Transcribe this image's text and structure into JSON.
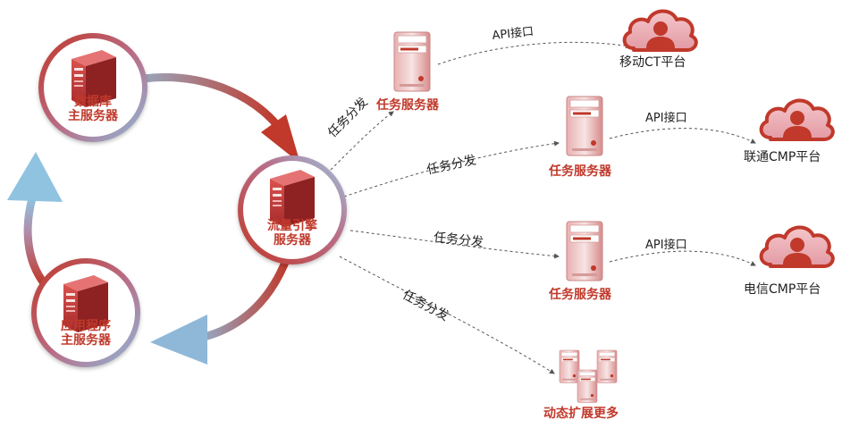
{
  "labels": {
    "db_server": [
      "数据库",
      "主服务器"
    ],
    "app_server": [
      "应用程序",
      "主服务器"
    ],
    "engine": [
      "流量引擎",
      "服务器"
    ],
    "task_server": "任务服务器",
    "dispatch": "任务分发",
    "api": "API接口",
    "expand": "动态扩展更多",
    "platform_ct": "移动CT平台",
    "platform_unicom": "联通CMP平台",
    "platform_telecom": "电信CMP平台"
  },
  "colors": {
    "accent_red": "#c0392b",
    "ring_blue": "#8fb8d8",
    "cloud_pink": "#e8a9b0"
  },
  "icons": [
    "server-icon",
    "cloud-user-icon",
    "cycle-arrow-icon",
    "dashed-connector"
  ]
}
